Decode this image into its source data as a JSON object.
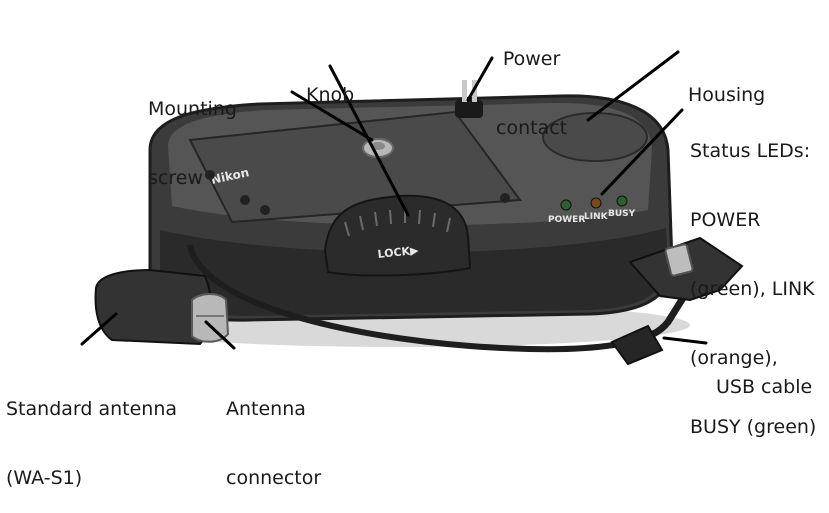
{
  "diagram": {
    "colors": {
      "body": "#3b3b3b",
      "body_dark": "#1e1e1e",
      "body_light": "#5a5a5a",
      "plate": "#4a4a4a",
      "leader": "#000000",
      "text": "#1a1a1a",
      "metal": "#b8b8b8",
      "background": "#ffffff"
    },
    "labels": {
      "power_contact": [
        "Power",
        "contact"
      ],
      "knob": "Knob",
      "mounting_screw": [
        "Mounting",
        "screw"
      ],
      "housing": "Housing",
      "status_leds": [
        "Status LEDs:",
        "POWER",
        "(green), LINK",
        "(orange),",
        "BUSY (green)"
      ],
      "usb_cable": "USB cable",
      "standard_antenna": [
        "Standard antenna",
        "(WA-S1)"
      ],
      "antenna_connector": [
        "Antenna",
        "connector"
      ]
    },
    "device_markings": {
      "brand": "Nikon",
      "led_power": "POWER",
      "led_link": "LINK",
      "led_busy": "BUSY",
      "lock": "LOCK▶"
    }
  }
}
